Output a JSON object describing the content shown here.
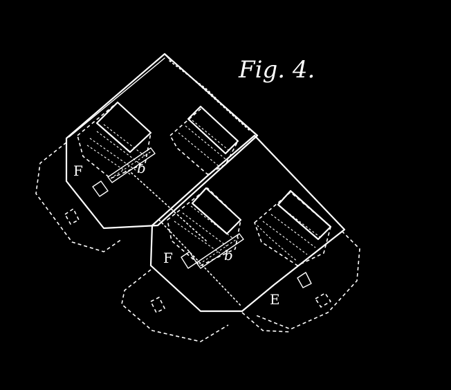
{
  "figure": {
    "title": "Fig. 4.",
    "labels": {
      "f_upper": "F",
      "b_upper": "b",
      "f_lower": "F",
      "b_lower": "b",
      "e_label": "E"
    }
  },
  "colors": {
    "background": "#000000",
    "ink": "#ffffff"
  }
}
